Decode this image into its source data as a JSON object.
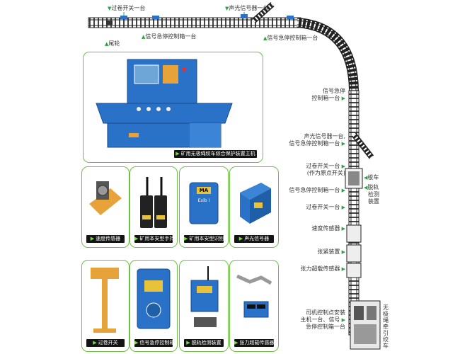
{
  "top_labels": {
    "overwind_switch": "过卷开关一台",
    "sound_light_signal": "声光信号器一台",
    "tail_wheel": "尾轮",
    "estop_box_1": "信号急停控制箱一台",
    "estop_box_2": "信号急停控制箱一台"
  },
  "right_labels": {
    "estop_box_a_line1": "信号急停",
    "estop_box_a_line2": "控制箱一台",
    "signal_estop_line1": "声光信号器一台,",
    "signal_estop_line2": "信号急停控制箱一台",
    "overwind_origin_line1": "过卷开关一台",
    "overwind_origin_line2": "(作为原点开关)",
    "estop_box_b": "信号急停控制箱一台",
    "overwind_switch_b": "过卷开关一台",
    "speed_sensor": "速度传感器",
    "tension_device": "张紧装置",
    "overload_sensor": "张力超载传感器",
    "driver_point_line1": "司机控制点安装",
    "driver_point_line2": "主机一台、信号",
    "driver_point_line3": "急停控制箱一台",
    "car": "梭车",
    "derail_line1": "脱轨",
    "derail_line2": "检测",
    "derail_line3": "装置",
    "winch_v": "无极绳牵引绞车"
  },
  "captions": {
    "main_unit": "矿用无极绳绞车综合保护装置主机",
    "speed_sensor": "速度传感器",
    "radio": "矿用本安型手持电台",
    "id_card": "矿用本安型识别卡",
    "sound_signal": "声光信号器",
    "overwind_switch": "过卷开关",
    "estop_box": "信号急停控制箱",
    "derail_device": "脱轨检测装置",
    "overload_sensor": "张力超载传感器"
  },
  "device_text": {
    "brand": "MA",
    "exib": "Exib I"
  },
  "colors": {
    "panel_border": "#6fbf45",
    "caption_bg": "#141414",
    "accent_green": "#2ea043",
    "device_blue": "#2a72c8",
    "device_orange": "#e8a23a"
  }
}
